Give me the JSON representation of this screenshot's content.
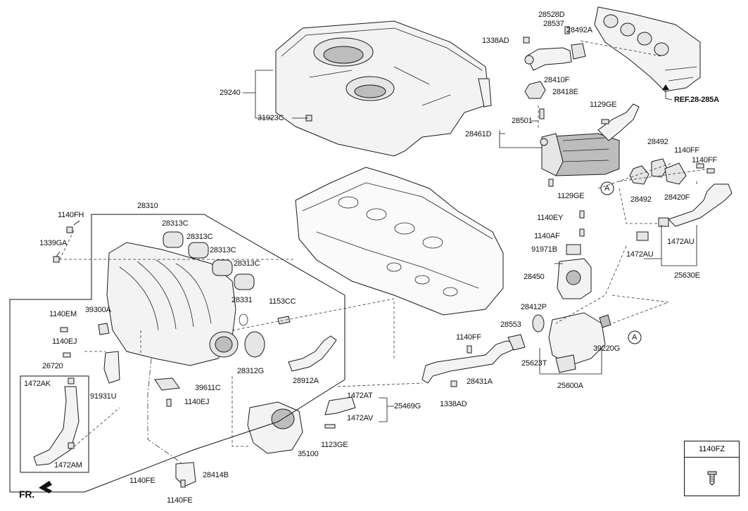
{
  "labels": {
    "p28528D": "28528D",
    "p28537": "28537",
    "p28492A": "28492A",
    "p1338AD_a": "1338AD",
    "p28410F": "28410F",
    "p28418E": "28418E",
    "ref": "REF.28-285A",
    "p29240": "29240",
    "p31923C": "31923C",
    "p1129GE_a": "1129GE",
    "p28501": "28501",
    "p28461D": "28461D",
    "p28492": "28492",
    "p1140FF_a": "1140FF",
    "p1140FF_b": "1140FF",
    "p28492_b": "28492",
    "p28420F": "28420F",
    "p1129GE_b": "1129GE",
    "callout_a1": "A",
    "p28310": "28310",
    "p1140FH": "1140FH",
    "p1339GA": "1339GA",
    "p28313C_1": "28313C",
    "p28313C_2": "28313C",
    "p28313C_3": "28313C",
    "p28313C_4": "28313C",
    "p1140EY": "1140EY",
    "p1140AF": "1140AF",
    "p91971B": "91971B",
    "p1472AU_a": "1472AU",
    "p1472AU_b": "1472AU",
    "p25630E": "25630E",
    "p28450": "28450",
    "p1140EM": "1140EM",
    "p39300A": "39300A",
    "p28331": "28331",
    "p1153CC": "1153CC",
    "p1140EJ_a": "1140EJ",
    "p26720": "26720",
    "p28412P": "28412P",
    "p28553": "28553",
    "p1140FF_c": "1140FF",
    "callout_a2": "A",
    "p39220G": "39220G",
    "p25623T": "25623T",
    "p28312G": "28312G",
    "p28912A": "28912A",
    "p1472AK": "1472AK",
    "p91931U": "91931U",
    "p39611C": "39611C",
    "p1140EJ_b": "1140EJ",
    "p28431A": "28431A",
    "p25600A": "25600A",
    "p1338AD_b": "1338AD",
    "p1472AT": "1472AT",
    "p25469G": "25469G",
    "p1472AV": "1472AV",
    "p1123GE": "1123GE",
    "p1472AM": "1472AM",
    "p35100": "35100",
    "p28414B": "28414B",
    "p1140FE_a": "1140FE",
    "p1140FE_b": "1140FE",
    "fr": "FR."
  },
  "legend": {
    "part_no": "1140FZ",
    "icon": "bolt-icon"
  }
}
